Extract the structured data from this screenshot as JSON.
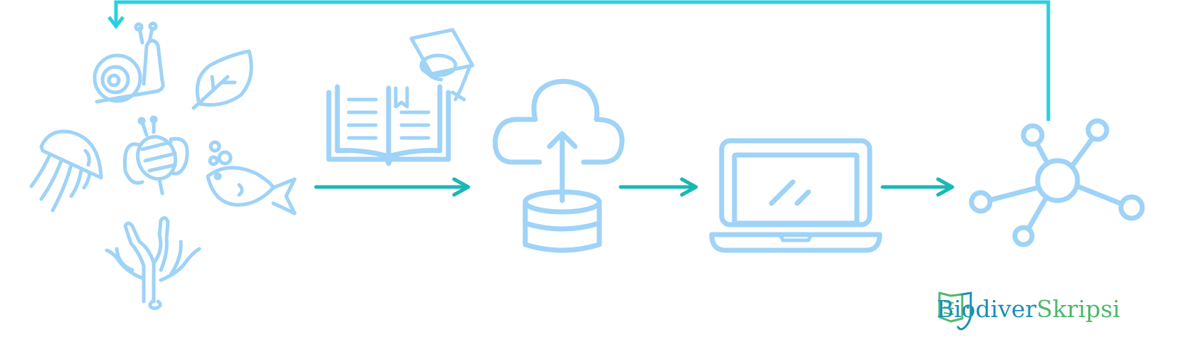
{
  "colors": {
    "icon": "#9fd3f7",
    "flow_arrow": "#1bb7b5",
    "loop_arrow": "#2ad0e0",
    "brand_primary": "#1c8fb6",
    "brand_secondary": "#4fb86c"
  },
  "nodes": [
    {
      "icon": "biodiversity-icons"
    },
    {
      "icon": "book-research-icon"
    },
    {
      "icon": "cloud-database-upload-icon"
    },
    {
      "icon": "laptop-icon"
    },
    {
      "icon": "network-hub-icon"
    }
  ],
  "brand": {
    "part1": "Biodiver",
    "part2": "Skripsi"
  }
}
